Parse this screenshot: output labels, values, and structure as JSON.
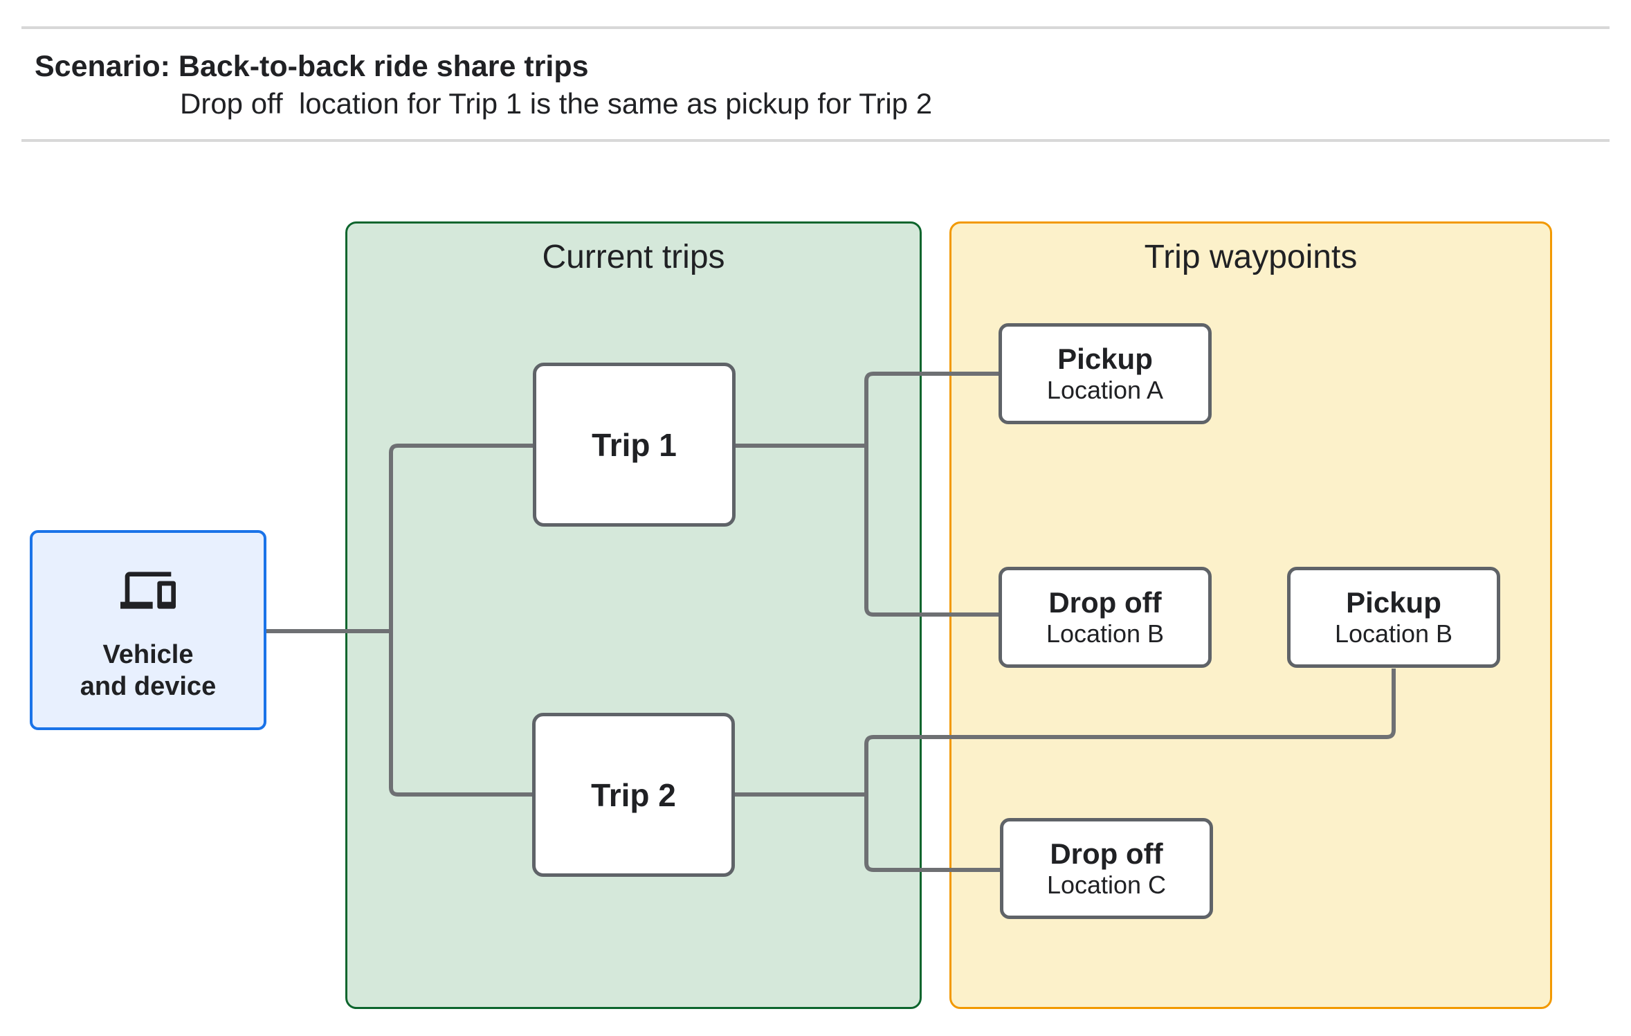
{
  "header": {
    "title": "Scenario: Back-to-back ride share trips",
    "subtitle": "Drop off  location for Trip 1 is the same as pickup for Trip 2"
  },
  "diagram": {
    "vehicle": {
      "line1": "Vehicle",
      "line2": "and device",
      "icon": "devices-icon"
    },
    "panels": [
      {
        "id": "current-trips",
        "title": "Current trips"
      },
      {
        "id": "trip-waypoints",
        "title": "Trip waypoints"
      }
    ],
    "trips": [
      {
        "label": "Trip 1"
      },
      {
        "label": "Trip 2"
      }
    ],
    "waypoints": [
      {
        "title": "Pickup",
        "subtitle": "Location A"
      },
      {
        "title": "Drop off",
        "subtitle": "Location B"
      },
      {
        "title": "Pickup",
        "subtitle": "Location B"
      },
      {
        "title": "Drop off",
        "subtitle": "Location C"
      }
    ],
    "connections": [
      "Vehicle and device -> Trip 1",
      "Vehicle and device -> Trip 2",
      "Trip 1 -> Pickup Location A",
      "Trip 1 -> Drop off Location B",
      "Trip 2 -> Drop off Location C",
      "Pickup Location B -> Trip 2"
    ]
  },
  "colors": {
    "panel_green_fill": "#d5e8da",
    "panel_green_border": "#0d652d",
    "panel_orange_fill": "#fcf1ca",
    "panel_orange_border": "#f29900",
    "vehicle_fill": "#e8f0fe",
    "vehicle_border": "#1a73e8",
    "node_border": "#5f6368",
    "connector": "#6e7073",
    "divider": "#d8d8d8",
    "text": "#202124"
  }
}
